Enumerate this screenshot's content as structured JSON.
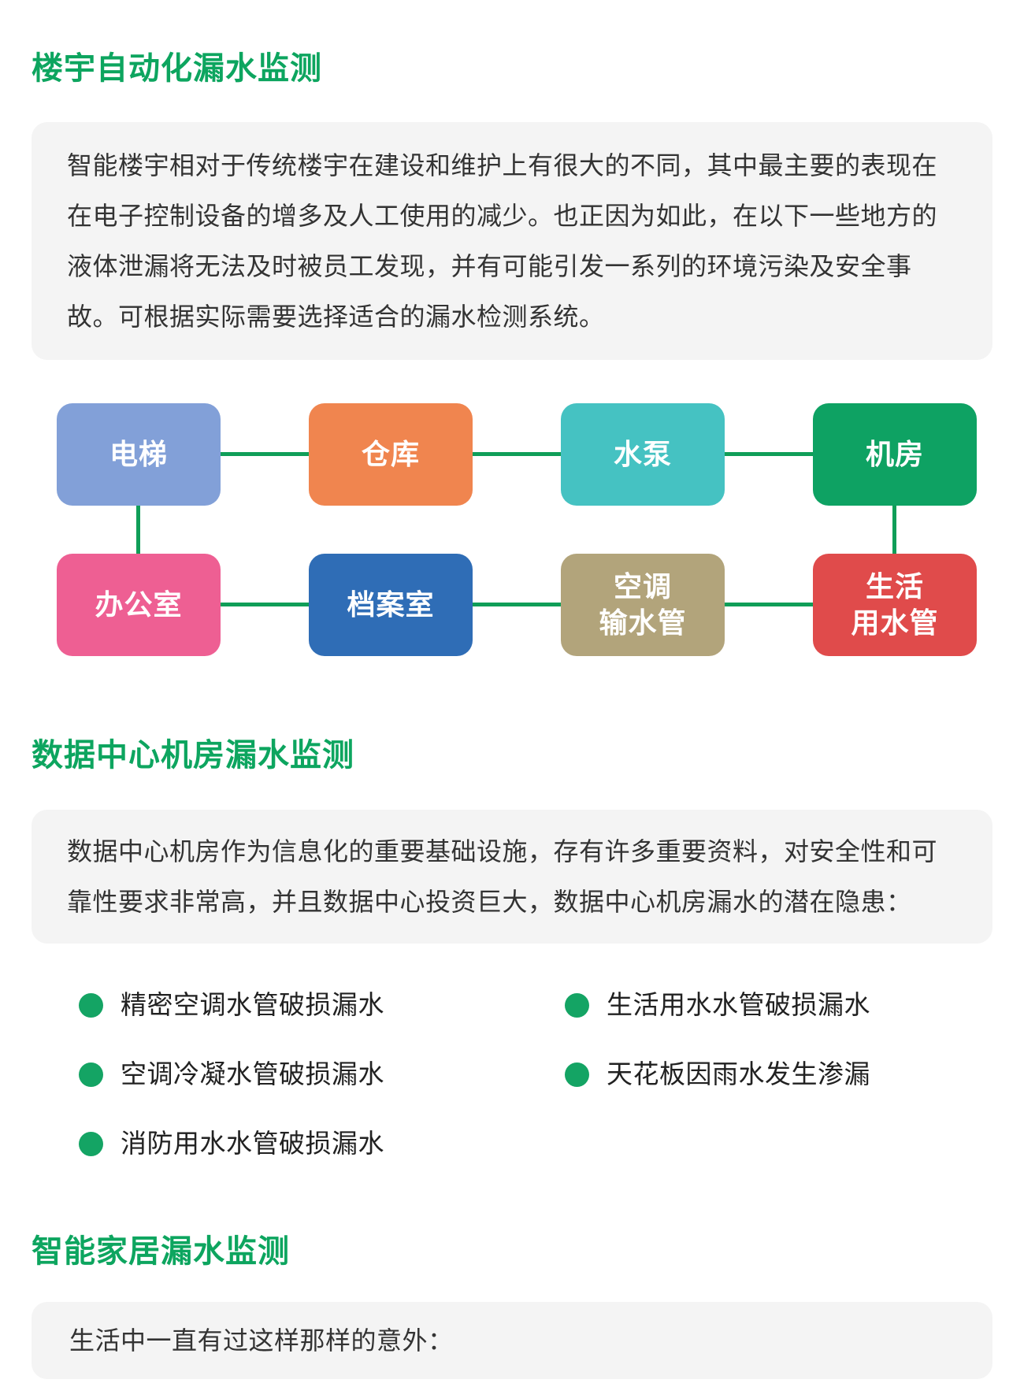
{
  "colors": {
    "accent_green": "#0da55f",
    "connector_green": "#0f9e58",
    "dot_green": "#14a464",
    "panel_bg": "#f4f4f4",
    "body_text": "#333333",
    "bullet_text": "#212121",
    "box_label_text": "#ffffff"
  },
  "section1": {
    "title": "楼宇自动化漏水监测",
    "paragraph": "智能楼宇相对于传统楼宇在建设和维护上有很大的不同，其中最主要的表现在在电子控制设备的增多及人工使用的减少。也正因为如此，在以下一些地方的液体泄漏将无法及时被员工发现，并有可能引发一系列的环境污染及安全事故。可根据实际需要选择适合的漏水检测系统。"
  },
  "diagram": {
    "rows": [
      [
        {
          "id": "elevator",
          "label": "电梯",
          "color": "#82a0d8"
        },
        {
          "id": "warehouse",
          "label": "仓库",
          "color": "#f0854f"
        },
        {
          "id": "water-pump",
          "label": "水泵",
          "color": "#45c2c2"
        },
        {
          "id": "machine-room",
          "label": "机房",
          "color": "#0ea263"
        }
      ],
      [
        {
          "id": "office",
          "label": "办公室",
          "color": "#ee5f93"
        },
        {
          "id": "archive-room",
          "label": "档案室",
          "color": "#2f6db6"
        },
        {
          "id": "ac-water-pipe",
          "label": "空调\n输水管",
          "color": "#b2a47b"
        },
        {
          "id": "domestic-water-pipe",
          "label": "生活\n用水管",
          "color": "#e04b4b"
        }
      ]
    ]
  },
  "section2": {
    "title": "数据中心机房漏水监测",
    "paragraph": "数据中心机房作为信息化的重要基础设施，存有许多重要资料，对安全性和可靠性要求非常高，并且数据中心投资巨大，数据中心机房漏水的潜在隐患：",
    "bullets": [
      "精密空调水管破损漏水",
      "生活用水水管破损漏水",
      "空调冷凝水管破损漏水",
      "天花板因雨水发生渗漏",
      "消防用水水管破损漏水"
    ]
  },
  "section3": {
    "title": "智能家居漏水监测",
    "paragraph": "生活中一直有过这样那样的意外："
  }
}
